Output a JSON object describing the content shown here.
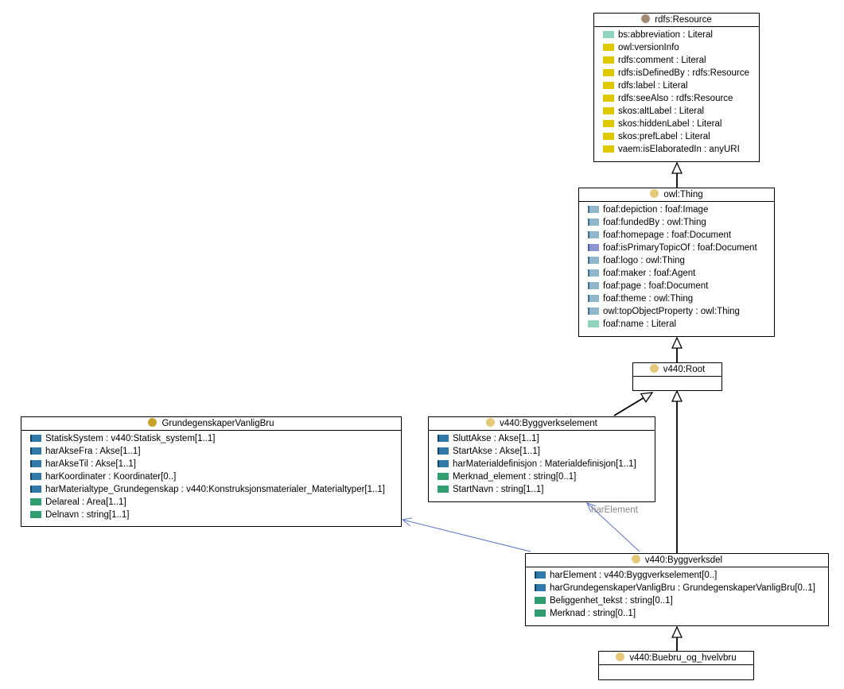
{
  "colors": {
    "resource_dot": "#a58a76",
    "class_dot": "#e5c87a",
    "gold_dot": "#c9a227",
    "annotation": "#e0c800",
    "literal": "#8fd5bc",
    "datatype": "#2e9e72",
    "object": "#8eb6cc",
    "object_dark": "#2f7aa8",
    "association_line": "#5b73c7"
  },
  "classes": {
    "rdfs_resource": {
      "title": "rdfs:Resource",
      "attributes": [
        {
          "label": "bs:abbreviation : Literal",
          "icon": "literal-prop"
        },
        {
          "label": "owl:versionInfo",
          "icon": "annotation"
        },
        {
          "label": "rdfs:comment : Literal",
          "icon": "annotation"
        },
        {
          "label": "rdfs:isDefinedBy : rdfs:Resource",
          "icon": "annotation"
        },
        {
          "label": "rdfs:label : Literal",
          "icon": "annotation"
        },
        {
          "label": "rdfs:seeAlso : rdfs:Resource",
          "icon": "annotation"
        },
        {
          "label": "skos:altLabel : Literal",
          "icon": "annotation"
        },
        {
          "label": "skos:hiddenLabel : Literal",
          "icon": "annotation"
        },
        {
          "label": "skos:prefLabel : Literal",
          "icon": "annotation"
        },
        {
          "label": "vaem:isElaboratedIn : anyURI",
          "icon": "annotation"
        }
      ]
    },
    "owl_thing": {
      "title": "owl:Thing",
      "attributes": [
        {
          "label": "foaf:depiction : foaf:Image",
          "icon": "obj-prop"
        },
        {
          "label": "foaf:fundedBy : owl:Thing",
          "icon": "obj-prop"
        },
        {
          "label": "foaf:homepage : foaf:Document",
          "icon": "obj-prop"
        },
        {
          "label": "foaf:isPrimaryTopicOf : foaf:Document",
          "icon": "obj-prop-purple"
        },
        {
          "label": "foaf:logo : owl:Thing",
          "icon": "obj-prop"
        },
        {
          "label": "foaf:maker : foaf:Agent",
          "icon": "obj-prop"
        },
        {
          "label": "foaf:page : foaf:Document",
          "icon": "obj-prop"
        },
        {
          "label": "foaf:theme : owl:Thing",
          "icon": "obj-prop"
        },
        {
          "label": "owl:topObjectProperty : owl:Thing",
          "icon": "obj-prop"
        },
        {
          "label": "foaf:name : Literal",
          "icon": "literal-prop"
        }
      ]
    },
    "v440_root": {
      "title": "v440:Root",
      "attributes": []
    },
    "grundegenskaper": {
      "title": "GrundegenskaperVanligBru",
      "attributes": [
        {
          "label": "StatiskSystem : v440:Statisk_system[1..1]",
          "icon": "obj-prop-dark"
        },
        {
          "label": "harAkseFra : Akse[1..1]",
          "icon": "obj-prop-dark"
        },
        {
          "label": "harAkseTil : Akse[1..1]",
          "icon": "obj-prop-dark"
        },
        {
          "label": "harKoordinater : Koordinater[0..]",
          "icon": "obj-prop-dark"
        },
        {
          "label": "harMaterialtype_Grundegenskap : v440:Konstruksjonsmaterialer_Materialtyper[1..1]",
          "icon": "obj-prop-dark"
        },
        {
          "label": "Delareal : Area[1..1]",
          "icon": "data-prop"
        },
        {
          "label": "Delnavn : string[1..1]",
          "icon": "data-prop"
        }
      ]
    },
    "byggverkselement": {
      "title": "v440:Byggverkselement",
      "attributes": [
        {
          "label": "SluttAkse : Akse[1..1]",
          "icon": "obj-prop-dark"
        },
        {
          "label": "StartAkse : Akse[1..1]",
          "icon": "obj-prop-dark"
        },
        {
          "label": "harMaterialdefinisjon : Materialdefinisjon[1..1]",
          "icon": "obj-prop-dark"
        },
        {
          "label": "Merknad_element : string[0..1]",
          "icon": "data-prop"
        },
        {
          "label": "StartNavn : string[1..1]",
          "icon": "data-prop"
        }
      ]
    },
    "byggverksdel": {
      "title": "v440:Byggverksdel",
      "attributes": [
        {
          "label": "harElement : v440:Byggverkselement[0..]",
          "icon": "obj-prop-dark"
        },
        {
          "label": "harGrundegenskaperVanligBru : GrundegenskaperVanligBru[0..1]",
          "icon": "obj-prop-dark"
        },
        {
          "label": "Beliggenhet_tekst : string[0..1]",
          "icon": "data-prop"
        },
        {
          "label": "Merknad : string[0..1]",
          "icon": "data-prop"
        }
      ]
    },
    "buebru": {
      "title": "v440:Buebru_og_hvelvbru",
      "attributes": []
    }
  },
  "edges": {
    "har_element_label": "harElement"
  }
}
